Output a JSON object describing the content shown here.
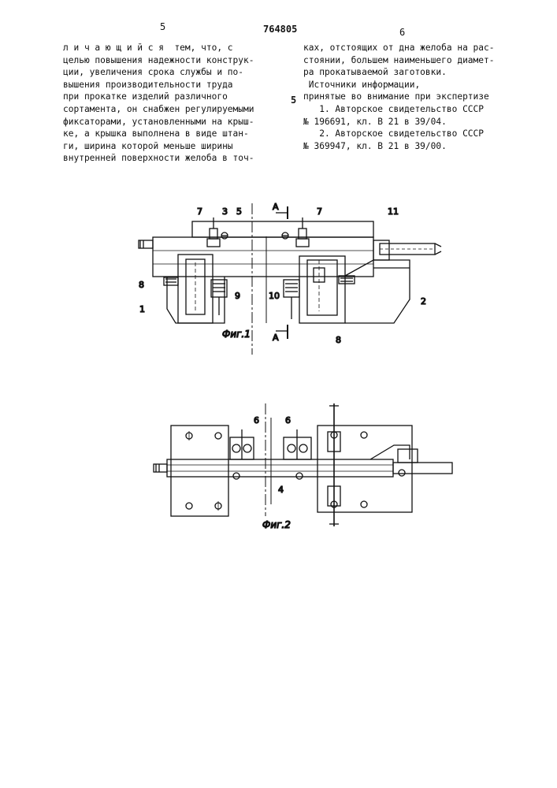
{
  "header": {
    "page_left": "5",
    "patent_number": "764805",
    "page_right": "6"
  },
  "left_column": [
    "л и ч а ю щ и й с я  тем, что, с",
    "целью повышения надежности конструк-",
    "ции, увеличения срока службы и по-",
    "вышения производительности труда",
    "при прокатке изделий различного",
    "сортамента, он снабжен регулируемыми",
    "фиксаторами, установленными на крыш-",
    "ке, а крышка выполнена в виде штан-",
    "ги, ширина которой меньше ширины",
    "внутренней поверхности желоба в точ-"
  ],
  "right_column": [
    "ках, отстоящих от дна желоба на рас-",
    "стоянии, большем наименьшего диамет-",
    "ра прокатываемой заготовки.",
    "",
    " Источники информации,",
    "принятые во внимание при экспертизе",
    "   1. Авторское свидетельство СССР",
    "№ 196691, кл. В 21 в 39/04.",
    "   2. Авторское свидетельство СССР",
    "№ 369947, кл. В 21 в 39/00."
  ],
  "line_marker": "5",
  "figure1": {
    "caption": "Фиг.1",
    "labels": {
      "l1": "1",
      "l2": "2",
      "l3": "3",
      "l5": "5",
      "l7a": "7",
      "l7b": "7",
      "l8a": "8",
      "l8b": "8",
      "l9": "9",
      "l10": "10",
      "l11": "11",
      "secA_top": "A",
      "secA_bottom": "A"
    }
  },
  "figure2": {
    "caption": "Фиг.2",
    "labels": {
      "l4": "4",
      "l6a": "6",
      "l6b": "6"
    }
  }
}
